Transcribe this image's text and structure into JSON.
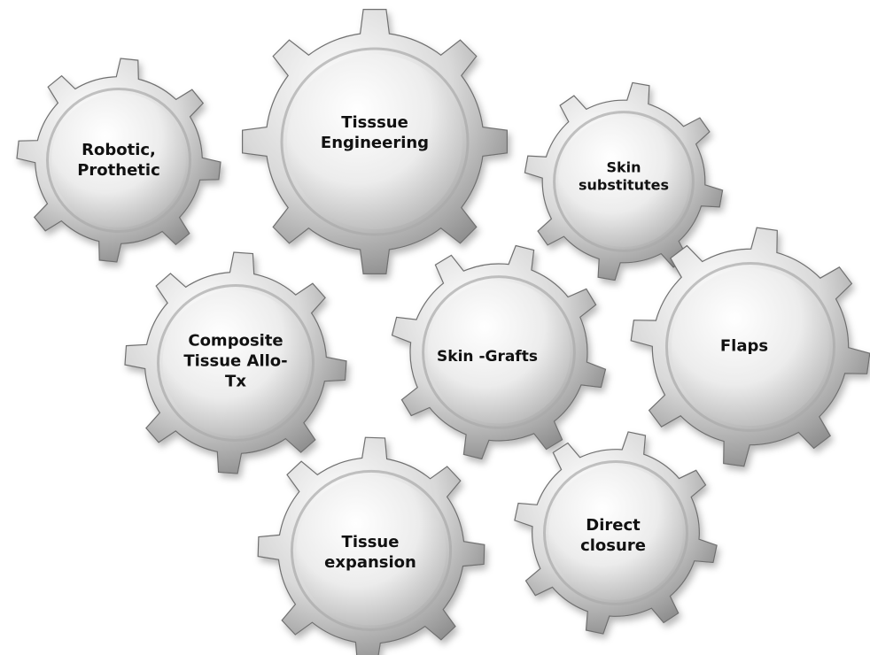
{
  "gears": [
    {
      "id": "robotic-prothetic",
      "lines": [
        "Robotic,",
        "Prothetic"
      ]
    },
    {
      "id": "tissue-engineering",
      "lines": [
        "Tisssue",
        "Engineering"
      ]
    },
    {
      "id": "skin-substitutes",
      "lines": [
        "Skin",
        "substitutes"
      ]
    },
    {
      "id": "composite-tissue-allo-tx",
      "lines": [
        "Composite",
        "Tissue Allo-",
        "Tx"
      ]
    },
    {
      "id": "skin-grafts",
      "lines": [
        "Skin -Grafts"
      ]
    },
    {
      "id": "flaps",
      "lines": [
        "Flaps"
      ]
    },
    {
      "id": "tissue-expansion",
      "lines": [
        "Tissue",
        "expansion"
      ]
    },
    {
      "id": "direct-closure",
      "lines": [
        "Direct",
        "closure"
      ]
    }
  ],
  "colors": {
    "gear_light": "#ffffff",
    "gear_mid": "#d4d4d4",
    "gear_dark": "#8e8e8e",
    "gear_edge": "#6f6f6f",
    "text": "#111111"
  }
}
